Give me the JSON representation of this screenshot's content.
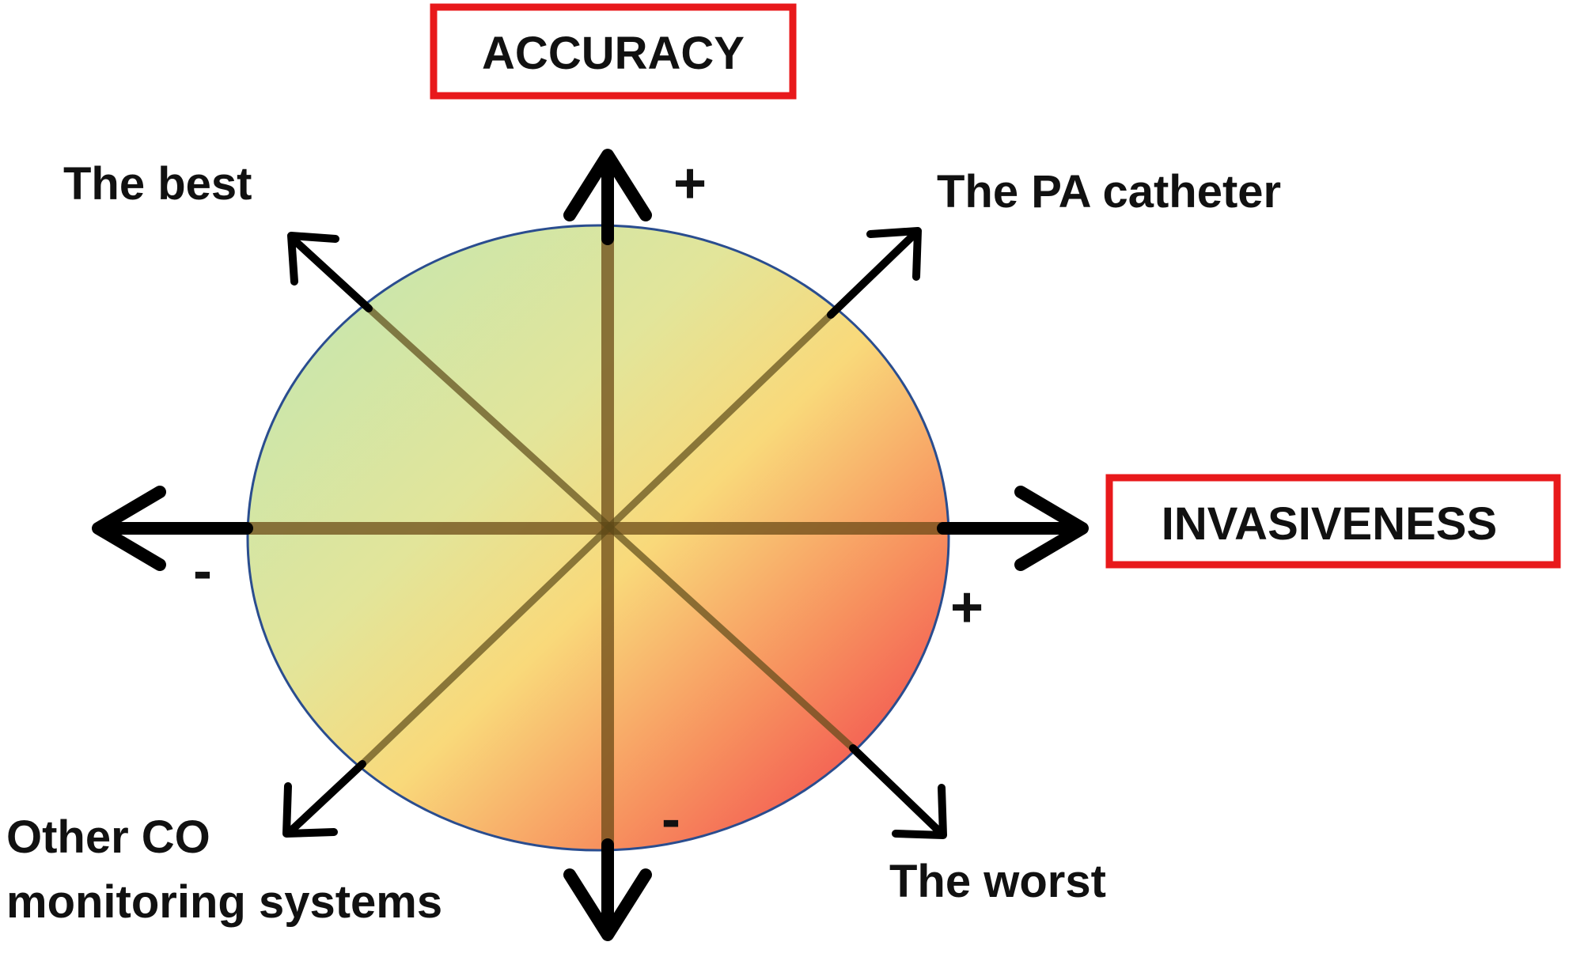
{
  "axes": {
    "vertical": {
      "title": "ACCURACY",
      "plus": "+",
      "minus": "-"
    },
    "horizontal": {
      "title": "INVASIVENESS",
      "plus": "+",
      "minus": "-"
    }
  },
  "corners": {
    "top_left": "The best",
    "top_right": "The PA catheter",
    "bottom_left_line1": "Other CO",
    "bottom_left_line2": "monitoring systems",
    "bottom_right": "The worst"
  },
  "colors": {
    "title_box_border": "#e8191b",
    "arrow": "#000000",
    "ellipse_outline": "#2a4d8f",
    "gradient_green": "#c8e6a8",
    "gradient_yellow": "#f9e07a",
    "gradient_red": "#f45a5a"
  }
}
